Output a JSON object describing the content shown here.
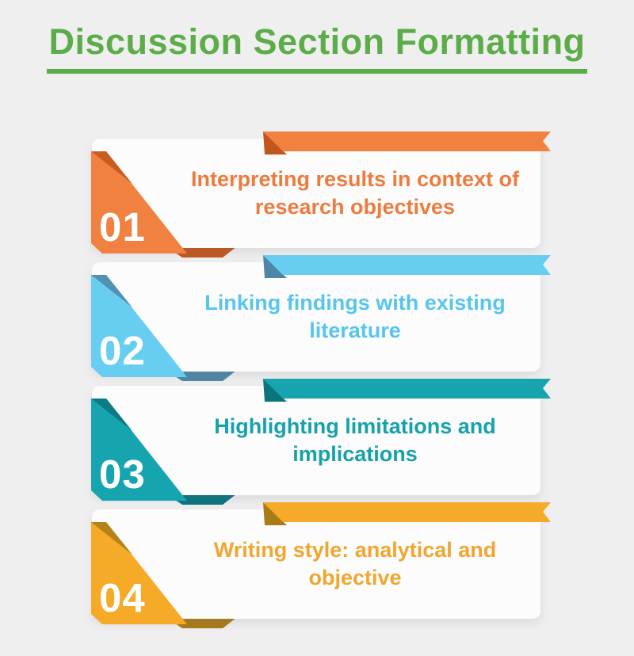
{
  "page": {
    "background": "#f0eff0"
  },
  "title": {
    "text": "Discussion Section Formatting",
    "color": "#5cad4a"
  },
  "items": [
    {
      "number": "01",
      "text": "Interpreting results in context of research objectives",
      "colors": {
        "main": "#f08140",
        "dark": "#c1571d",
        "text": "#ee7b3e"
      }
    },
    {
      "number": "02",
      "text": "Linking findings with existing literature",
      "colors": {
        "main": "#67cef2",
        "dark": "#4e87a6",
        "text": "#56c6ee"
      }
    },
    {
      "number": "03",
      "text": "Highlighting limitations and implications",
      "colors": {
        "main": "#16a5ae",
        "dark": "#0b747d",
        "text": "#16a2ab"
      }
    },
    {
      "number": "04",
      "text": "Writing style: analytical and objective",
      "colors": {
        "main": "#f5aa28",
        "dark": "#a87b15",
        "text": "#f0a630"
      }
    }
  ]
}
